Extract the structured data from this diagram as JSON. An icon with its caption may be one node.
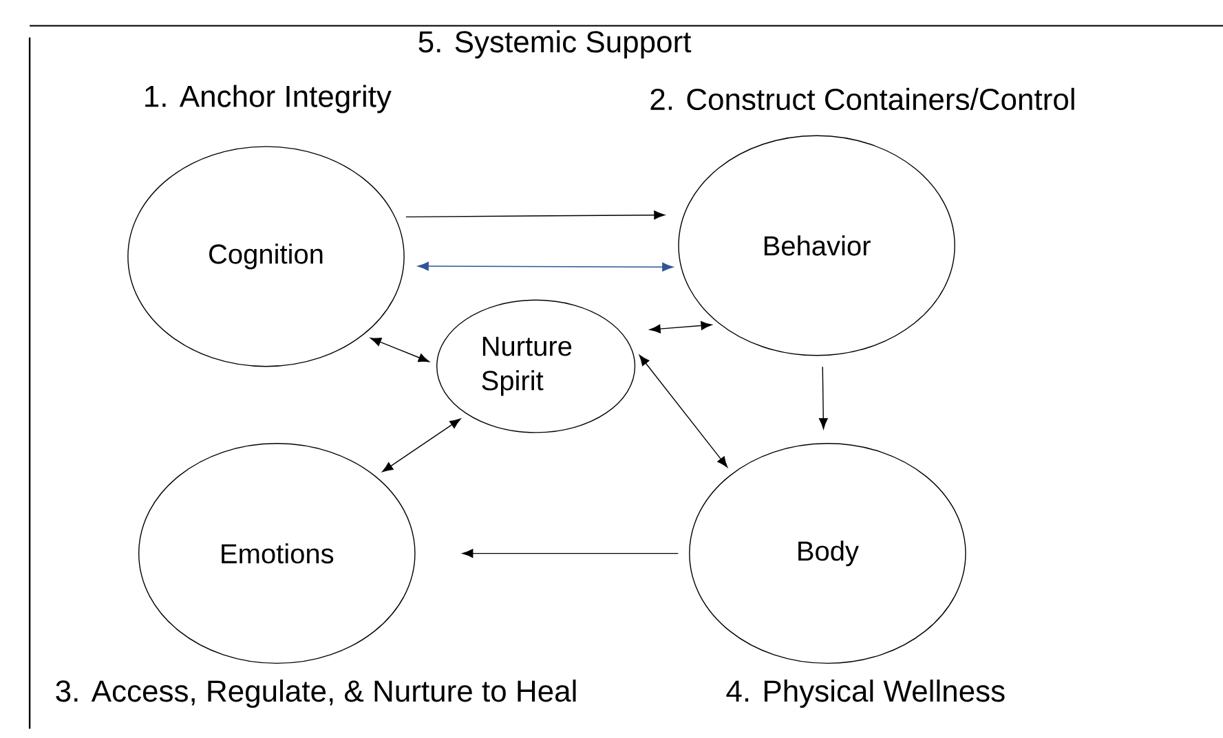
{
  "diagram": {
    "nodes": [
      {
        "text": [
          "Cognition"
        ]
      },
      {
        "text": [
          "Behavior"
        ]
      },
      {
        "text": [
          "Nurture Spirit"
        ]
      },
      {
        "text": [
          "Emotions"
        ]
      },
      {
        "text": [
          "Body"
        ]
      }
    ],
    "edges": [
      {
        "from": 0,
        "to": 1,
        "arrow": "to"
      },
      {
        "from": 0,
        "to": 1,
        "arrow": "both",
        "color": "#2f5597"
      },
      {
        "from": 2,
        "to": 1,
        "arrow": "both"
      },
      {
        "from": 0,
        "to": 2,
        "arrow": "both"
      },
      {
        "from": 3,
        "to": 2,
        "arrow": "both"
      },
      {
        "from": 2,
        "to": 4,
        "arrow": "both"
      },
      {
        "from": 1,
        "to": 4,
        "arrow": "to"
      },
      {
        "from": 4,
        "to": 3,
        "arrow": "to"
      }
    ],
    "labels": [
      "5. Systemic Support",
      "1. Anchor Integrity",
      "2. Construct Containers/Control",
      "3. Access, Regulate, & Nurture to Heal",
      "4. Physical Wellness"
    ]
  }
}
